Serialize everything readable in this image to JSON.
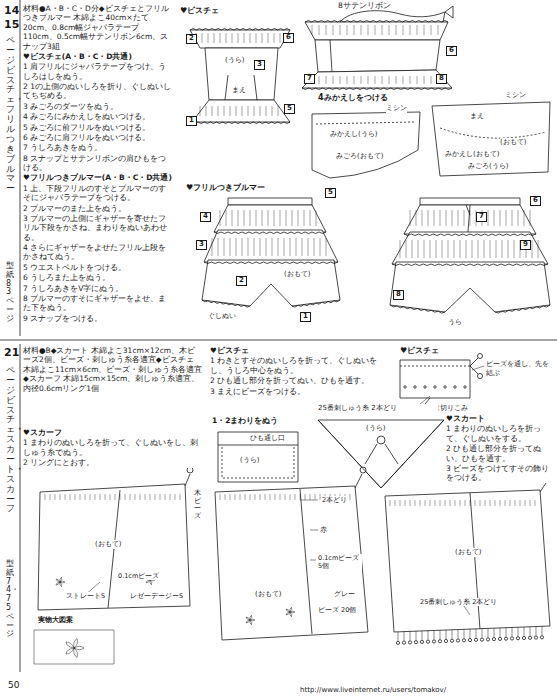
{
  "diagram": {
    "labels": [
      "14",
      "15",
      "ページ ビスチェ・フリルつきブルマー",
      "型紙83ページ",
      "材料●A・B・C・D分◆ビスチェとフリルつきブルマー 木綿よこ40cm×たて20cm、0.8cm幅ジャバラテープ110cm、0.5cm幅サテンリボン6cm、スナップ3組",
      "♥ビスチェ(A・B・C・D共通)",
      "1 肩フリルにジャバラテープをつけ、うしろはしをぬう。",
      "2 1の上側のぬいしろを折り、ぐしぬいしてちぢめる。",
      "3 みごろのダーツをぬう。",
      "4 みごろにみかえしをぬいつける。",
      "5 みごろに前フリルをぬいつける。",
      "6 みごろに肩フリルをぬいつける。",
      "7 うしろあきをぬう。",
      "8 スナップとサテンリボンの肩ひもをつける。",
      "♥フリルつきブルマー(A・B・C・D共通)",
      "1 上、下段フリルのすそとブルマーのすそにジャバラテープをつける。",
      "2 ブルマーのまた上をぬう。",
      "3 ブルマーの上側にギャザーを寄せたフリル下段をかさね、まわりをぬいあわせる。",
      "4 さらにギャザーをよせたフリル上段をかさねてぬう。",
      "5 ウエストベルトをつける。",
      "6 うしろまた上をぬう。",
      "7 うしろあきをV字にぬう。",
      "8 ブルマーのすそにギャザーをよせ、また下をぬう。",
      "9 スナップをつける。",
      "♥ビスチェ",
      "(うら)",
      "まえ",
      "1",
      "2",
      "3",
      "5",
      "6",
      "8サテンリボン",
      "6",
      "8",
      "7",
      "4みかえしをつける",
      "みかえし(うら)",
      "ミシン",
      "みごろ(おもて)",
      "ミシン",
      "まえ",
      "(おもて)",
      "みかえし(おもて)",
      "みごろ(うら)",
      "♥フリルつきブルマー",
      "5",
      "4",
      "3",
      "2",
      "1",
      "(おもて)",
      "ぐしぬい",
      "6",
      "7",
      "8",
      "9",
      "うら",
      "21",
      "ページ ビスチェ・スカート・スカーフ",
      "型紙74・75ページ",
      "材料●B◆スカート 木綿よこ31cm×12cm、木ビーズ2個、ビーズ・刺しゅう糸各適宜◆ビスチェ 木綿よこ11cm×6cm、ビーズ・刺しゅう糸各適宜◆スカーフ 木綿15cm×15cm、刺しゅう糸適宜、内径0.6cmリング1個",
      "♥スカーフ",
      "1 まわりのぬいしろを折って、ぐしぬいをし、刺しゅう糸でぬう。",
      "2 リングにとおす。",
      "♥ビスチェ",
      "1 わきとすそのぬいしろを折って、ぐしぬいをし、うしろ中心をぬう。",
      "2 ひも通し部分を折ってぬい、ひもを通す。",
      "3 まえにビーズをつける。",
      "♥ビスチェ",
      "ビーズを通し、先を結ぶ",
      "ぬいしろに切りこみ",
      "1・2まわりをぬう",
      "(うら)",
      "ひも通し口",
      "25番刺しゅう糸 2本どり",
      "(うら)",
      "♥スカート",
      "1 まわりのぬいしろを折って、ぐしぬいをする。",
      "2 ひも通し部分を折ってぬい、ひもを通す。",
      "3 ビーズをつけてすその飾りをつける。",
      "(おもて)",
      "木ビーズ",
      "0.1cmビーズ",
      "ストレートS",
      "レゼーデージーS",
      "実物大図案",
      "(おもて)",
      "2本どり",
      "赤",
      "0.1cmビーズ 5個",
      "グレー",
      "ビーズ 20個",
      "(おもて)",
      "25番刺しゅう糸 2本どり",
      "50",
      "http://www.liveinternet.ru/users/tomakov/"
    ]
  }
}
